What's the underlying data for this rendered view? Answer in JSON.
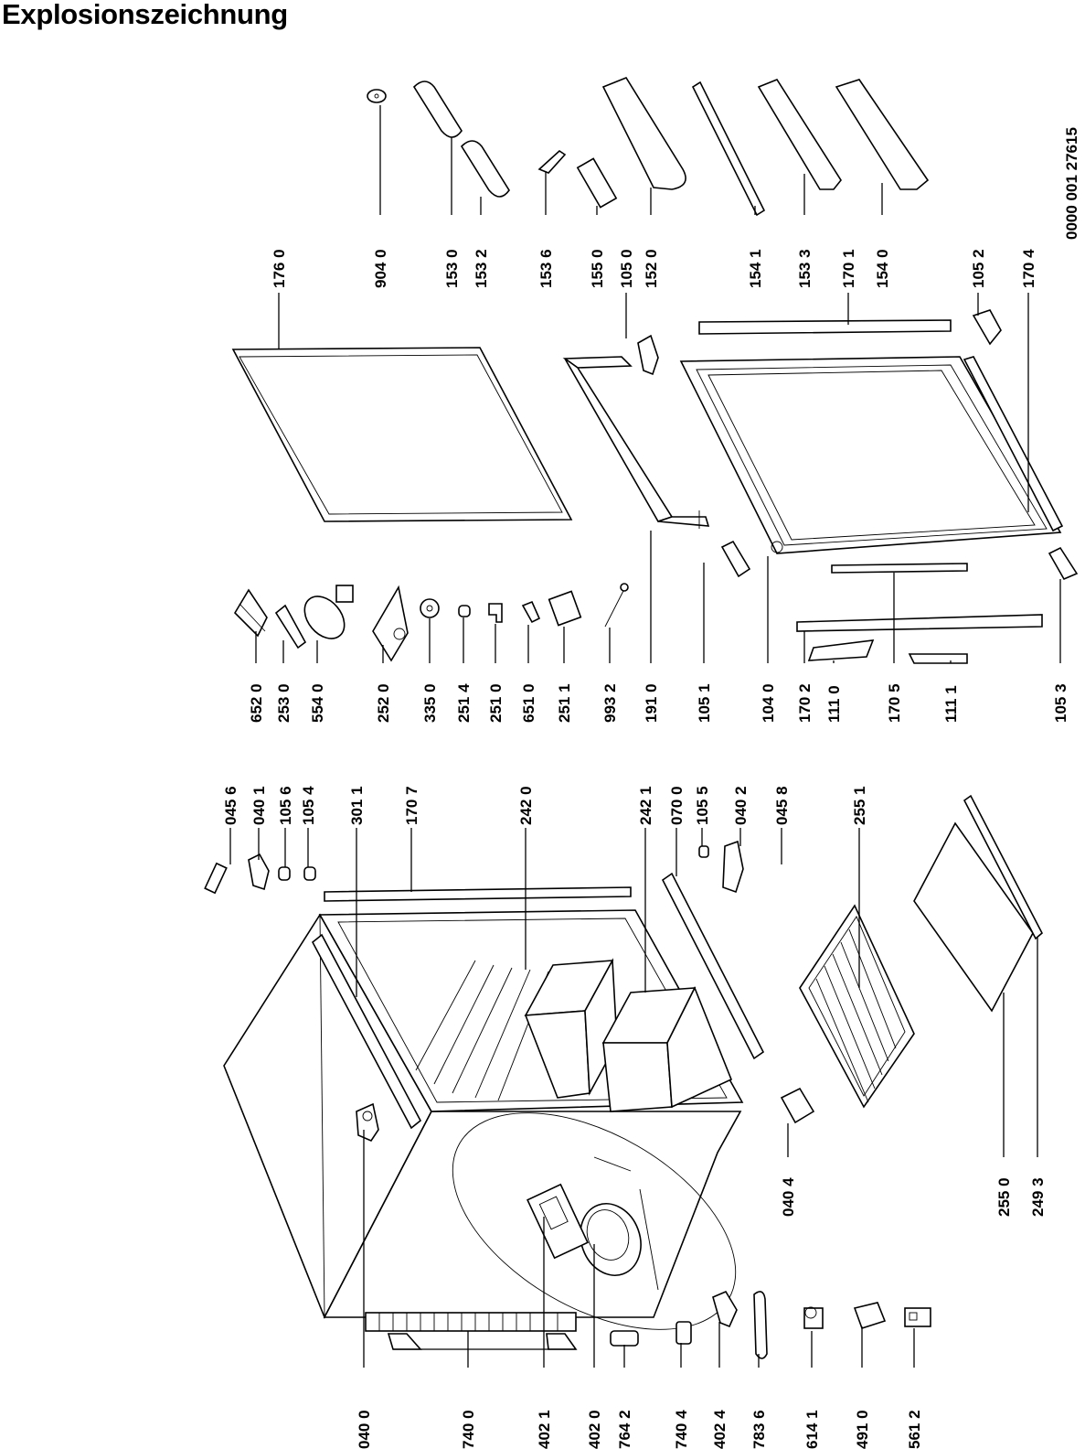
{
  "title": "Explosionszeichnung",
  "doc_number": "0000 001 27615",
  "labels": {
    "l0": "040 0",
    "l1": "740 0",
    "l2": "402 1",
    "l3": "402 0",
    "l4": "764 2",
    "l5": "740 4",
    "l6": "402 4",
    "l7": "783 6",
    "l8": "614 1",
    "l9": "491 0",
    "l10": "561 2",
    "l11": "040 4",
    "l12": "255 0",
    "l13": "249 3",
    "l14": "255 1",
    "l15": "045 8",
    "l16": "040 2",
    "l17": "105 5",
    "l18": "070 0",
    "l19": "242 1",
    "l20": "242 0",
    "l21": "170 7",
    "l22": "301 1",
    "l23": "105 4",
    "l24": "105 6",
    "l25": "040 1",
    "l26": "045 6",
    "l27": "652 0",
    "l28": "253 0",
    "l29": "554 0",
    "l30": "252 0",
    "l31": "335 0",
    "l32": "251 4",
    "l33": "251 0",
    "l34": "651 0",
    "l35": "251 1",
    "l36": "993 2",
    "l37": "191 0",
    "l38": "105 1",
    "l39": "104 0",
    "l40": "170 2",
    "l41": "111 0",
    "l42": "170 5",
    "l43": "111 1",
    "l44": "105 3",
    "l45": "176 0",
    "l46": "904 0",
    "l47": "153 0",
    "l48": "153 2",
    "l49": "153 6",
    "l50": "155 0",
    "l51": "105 0",
    "l52": "152 0",
    "l53": "154 1",
    "l54": "153 3",
    "l55": "170 1",
    "l56": "154 0",
    "l57": "105 2",
    "l58": "170 4"
  }
}
